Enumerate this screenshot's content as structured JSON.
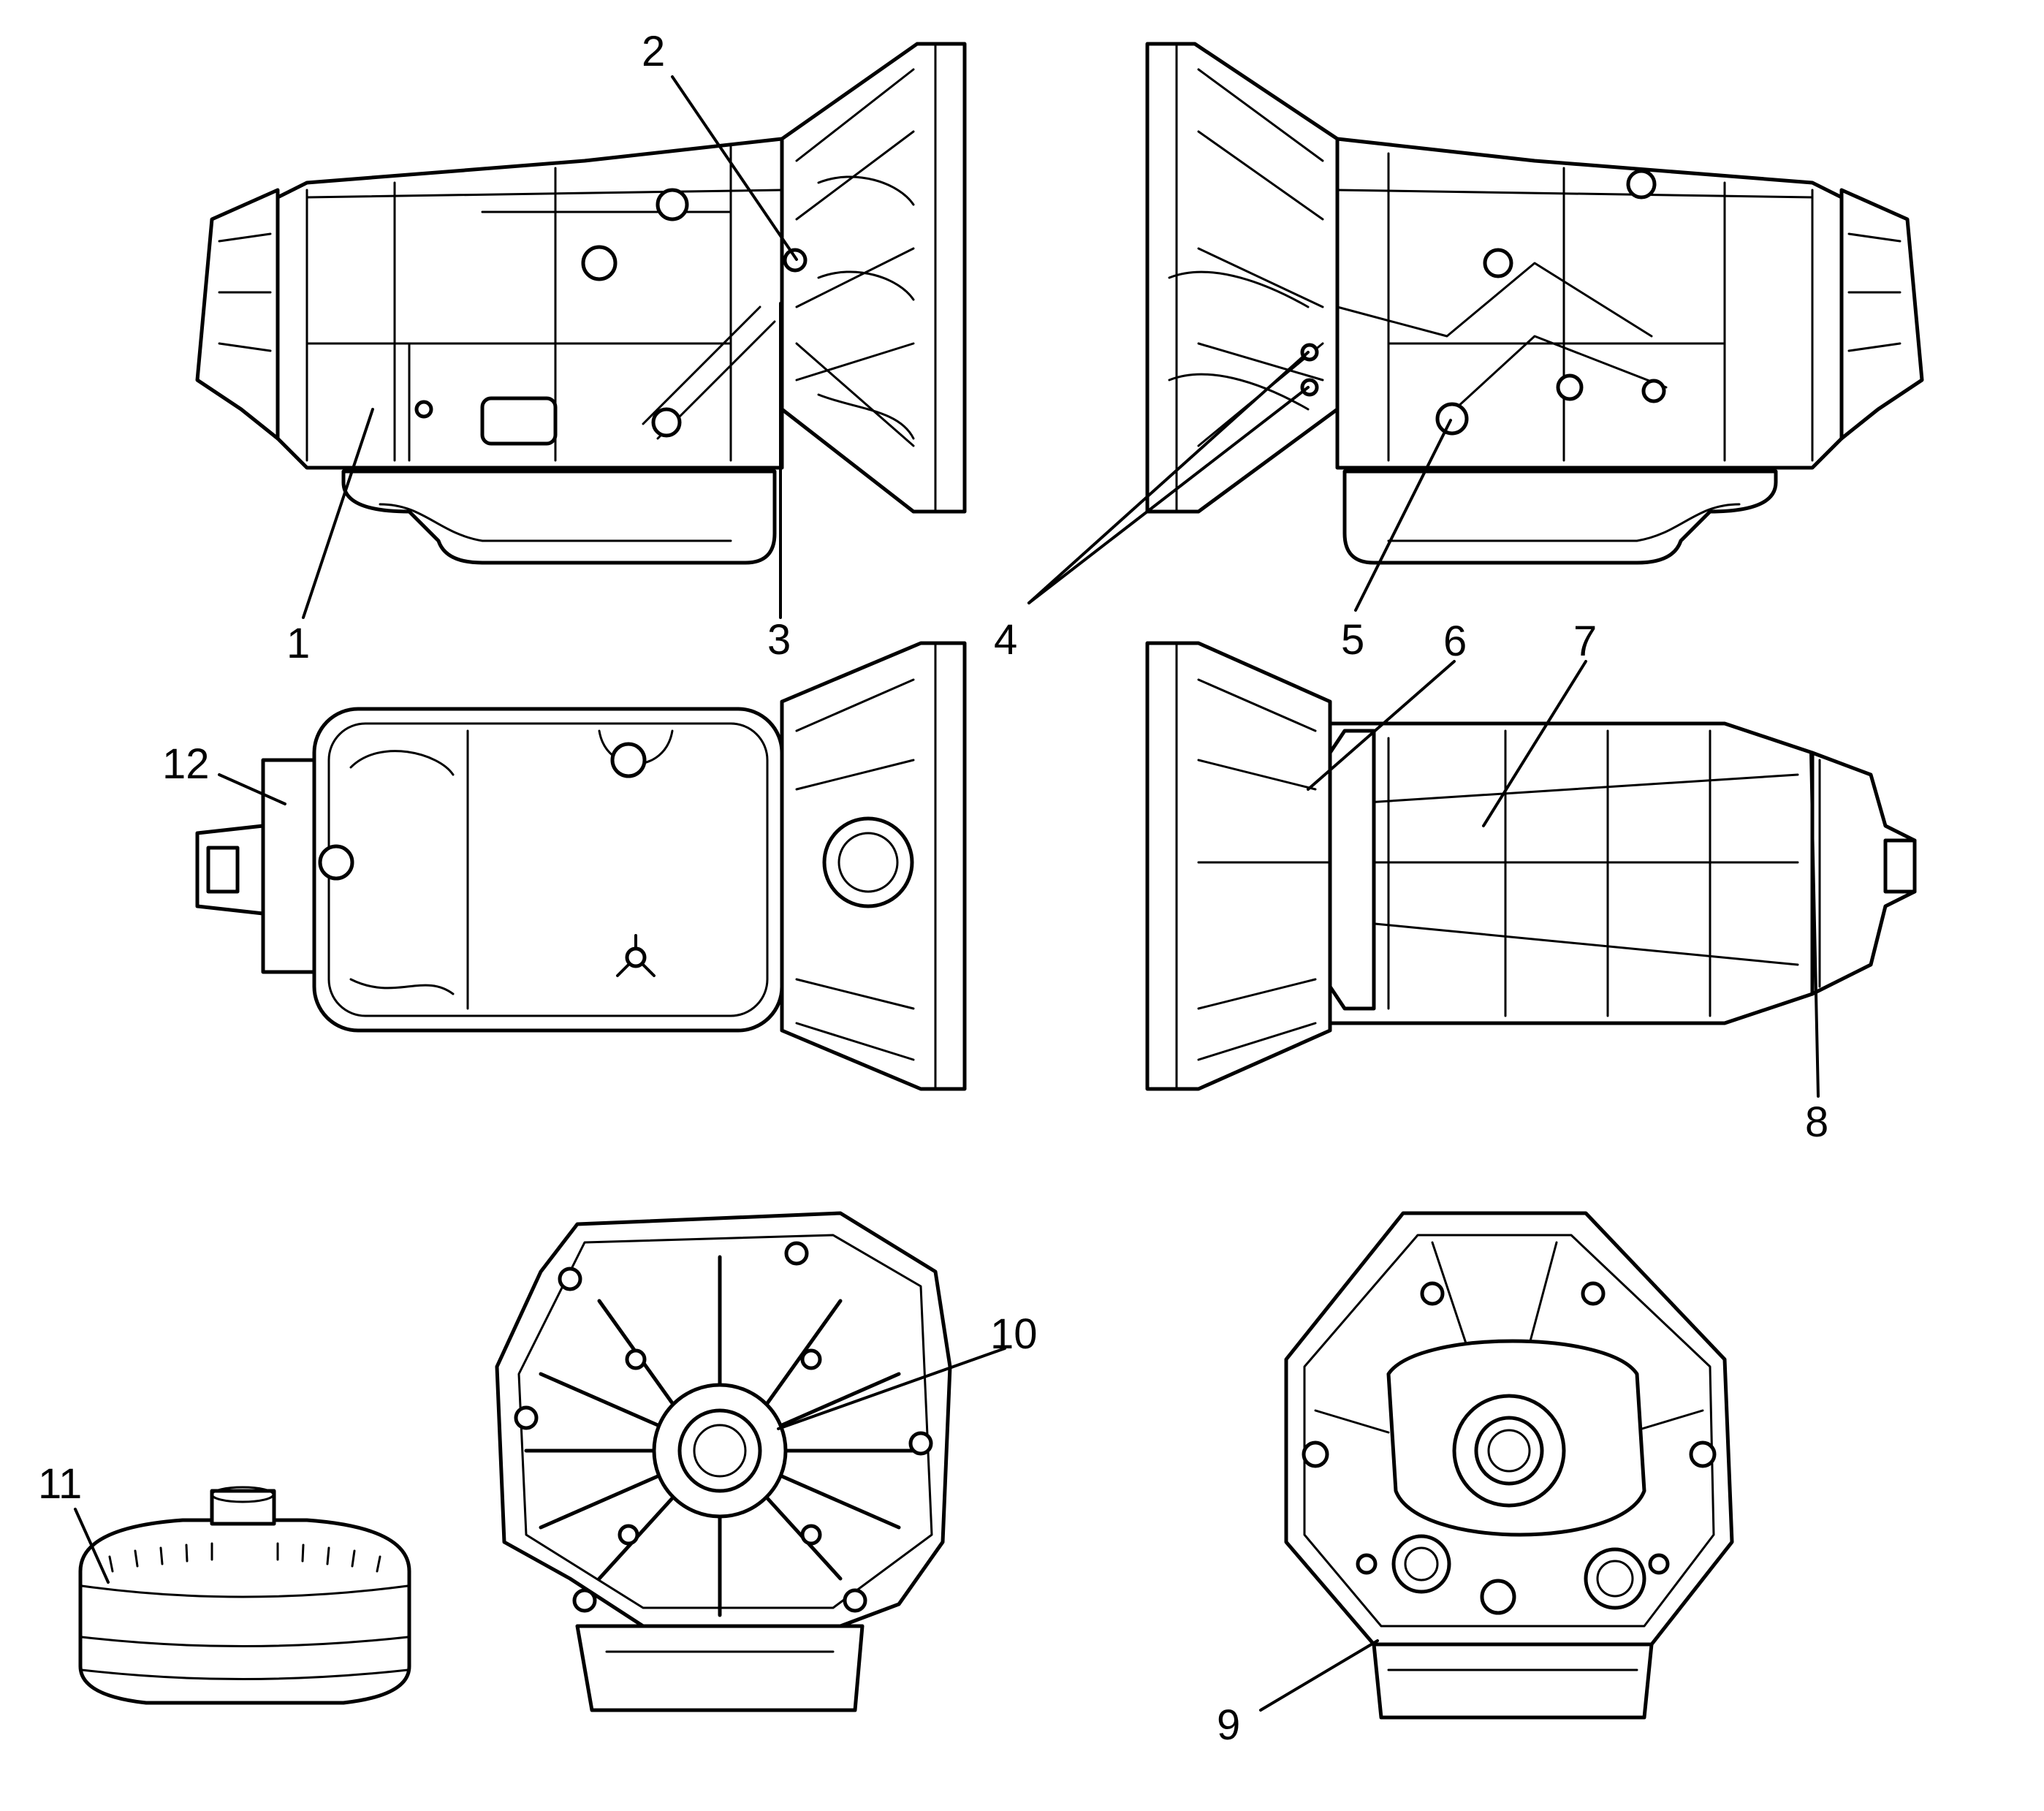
{
  "diagram": {
    "callouts": [
      {
        "id": "c1",
        "label": "1"
      },
      {
        "id": "c2",
        "label": "2"
      },
      {
        "id": "c3",
        "label": "3"
      },
      {
        "id": "c4",
        "label": "4"
      },
      {
        "id": "c5",
        "label": "5"
      },
      {
        "id": "c6",
        "label": "6"
      },
      {
        "id": "c7",
        "label": "7"
      },
      {
        "id": "c8",
        "label": "8"
      },
      {
        "id": "c9",
        "label": "9"
      },
      {
        "id": "c10",
        "label": "10"
      },
      {
        "id": "c11",
        "label": "11"
      },
      {
        "id": "c12",
        "label": "12"
      }
    ],
    "views": [
      {
        "id": "left-side-view"
      },
      {
        "id": "right-side-view"
      },
      {
        "id": "bottom-view"
      },
      {
        "id": "top-view"
      },
      {
        "id": "front-view"
      },
      {
        "id": "rear-view"
      },
      {
        "id": "torque-converter"
      }
    ]
  }
}
